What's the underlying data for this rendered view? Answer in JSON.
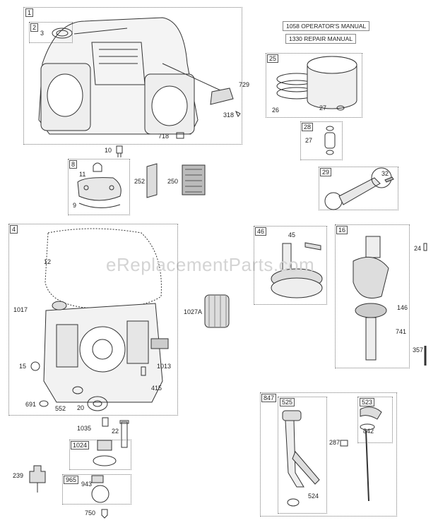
{
  "watermark": "eReplacementParts.com",
  "manuals": [
    "1058 OPERATOR'S MANUAL",
    "1330 REPAIR MANUAL"
  ],
  "box_tags": {
    "b1": "1",
    "b2": "2",
    "b8": "8",
    "b4": "4",
    "b1024": "1024",
    "b965": "965",
    "b25": "25",
    "b28": "28",
    "b29": "29",
    "b46": "46",
    "b16": "16",
    "b847": "847",
    "b525": "525",
    "b523": "523"
  },
  "part_labels": {
    "p3": "3",
    "p729": "729",
    "p318": "318",
    "p718": "718",
    "p10": "10",
    "p11": "11",
    "p252": "252",
    "p250": "250",
    "p9": "9",
    "p12": "12",
    "p1017": "1017",
    "p1027A": "1027A",
    "p15": "15",
    "p1013": "1013",
    "p415": "415",
    "p691": "691",
    "p552": "552",
    "p20": "20",
    "p1035": "1035",
    "p22": "22",
    "p239": "239",
    "p943": "943",
    "p750": "750",
    "p26": "26",
    "p27a": "27",
    "p27b": "27",
    "p32": "32",
    "p45": "45",
    "p24": "24",
    "p146": "146",
    "p741": "741",
    "p357": "357",
    "p287": "287",
    "p842": "842",
    "p524": "524"
  }
}
